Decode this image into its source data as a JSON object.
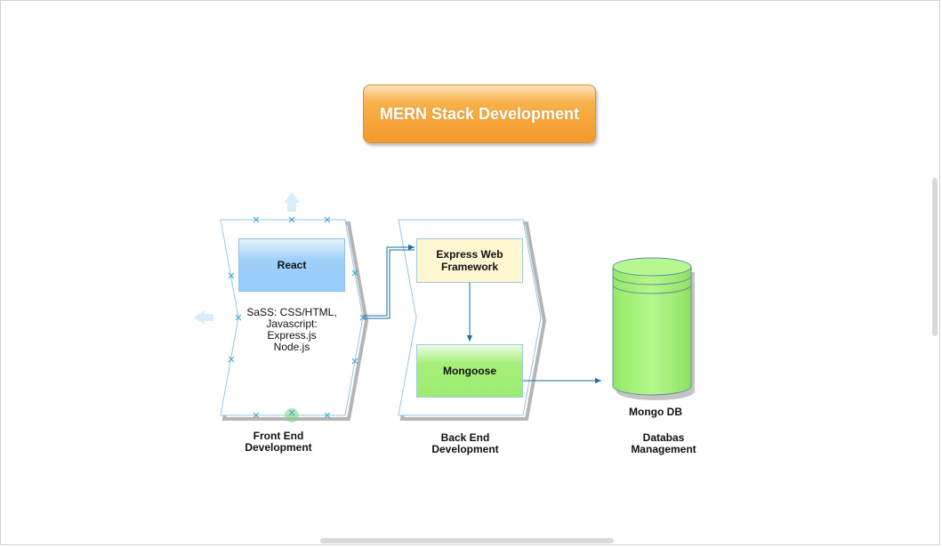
{
  "title": "MERN Stack Development",
  "frontend": {
    "box_label": "React",
    "tech_text": "SaSS: CSS/HTML,\nJavascript:\nExpress.js\nNode.js",
    "caption": "Front End\nDevelopment"
  },
  "backend": {
    "express_label": "Express  Web\nFramework",
    "mongoose_label": "Mongoose",
    "caption": "Back End\nDevelopment"
  },
  "database": {
    "label": "Mongo DB",
    "caption": "Databas\nManagement"
  },
  "colors": {
    "title_orange": "#f39a2a",
    "react_blue": "#99ccfc",
    "express_yellow": "#fff6d2",
    "mongo_green": "#a6f27a",
    "connector_blue": "#1a6ea0"
  }
}
